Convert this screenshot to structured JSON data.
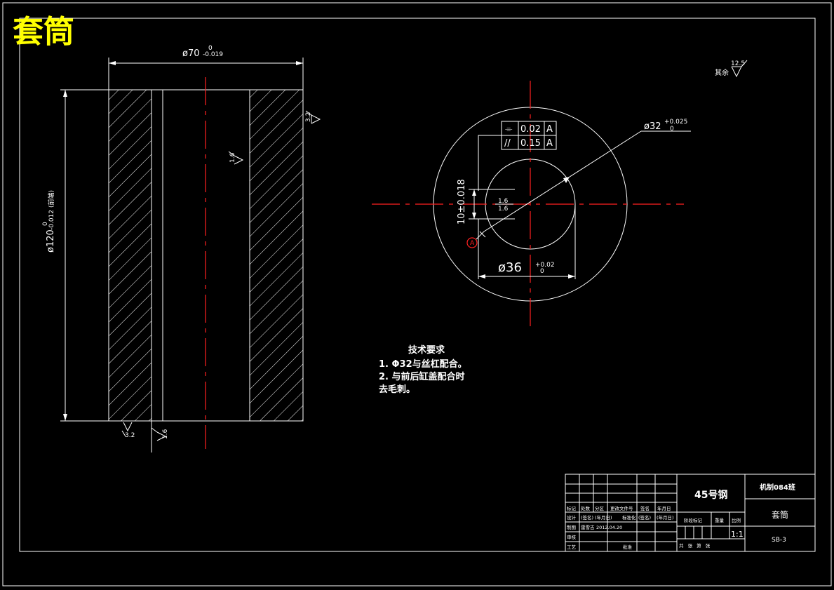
{
  "drawing_title": "套筒",
  "section_view": {
    "outer_diameter": "ø120",
    "outer_tol_upper": "0",
    "outer_tol_lower": "-0.012",
    "outer_note": "(前端)",
    "inner_diameter": "ø70",
    "inner_tol_upper": "0",
    "inner_tol_lower": "-0.019",
    "roughness_right": "3.2",
    "roughness_inner": "1.6",
    "roughness_bottom_left": "3.2",
    "roughness_bottom_bore": "1.6"
  },
  "end_view": {
    "bore_diameter": "ø32",
    "bore_tol_upper": "+0.025",
    "bore_tol_lower": "0",
    "slot_width": "10±0.018",
    "slot_roughness_1": "1.6",
    "slot_roughness_2": "1.6",
    "ring_diameter": "ø36",
    "ring_tol_upper": "+0.02",
    "ring_tol_lower": "0",
    "tolerance_frames": [
      {
        "symbol": "⌯",
        "value": "0.02",
        "datum": "A"
      },
      {
        "symbol": "//",
        "value": "0.15",
        "datum": "A"
      }
    ],
    "datum_label": "A",
    "other_roughness_label": "其余",
    "other_roughness_value": "12.5"
  },
  "technical_requirements": {
    "heading": "技术要求",
    "lines": [
      "1. Φ32与丝杠配合。",
      "2. 与前后缸盖配合时",
      "去毛刺。"
    ]
  },
  "title_block": {
    "material": "45号钢",
    "class_name": "机制084班",
    "part_name": "套筒",
    "drawing_no": "SB-3",
    "scale": "1:1",
    "headers": [
      "标记",
      "处数",
      "分区",
      "更改文件号",
      "签名",
      "年月日"
    ],
    "design_row": [
      "设计",
      "(签名)",
      "(年月日)",
      "标准化",
      "(签名)",
      "(年月日)"
    ],
    "draw_row": [
      "制图",
      "雷雪吉",
      "2012.04.20"
    ],
    "review_label": "审核",
    "process_label": "工艺",
    "approve_label": "批准",
    "stage_label": "阶段标记",
    "weight_label": "重量",
    "scale_label": "比例",
    "sheet_text": "共 张 第 张"
  }
}
